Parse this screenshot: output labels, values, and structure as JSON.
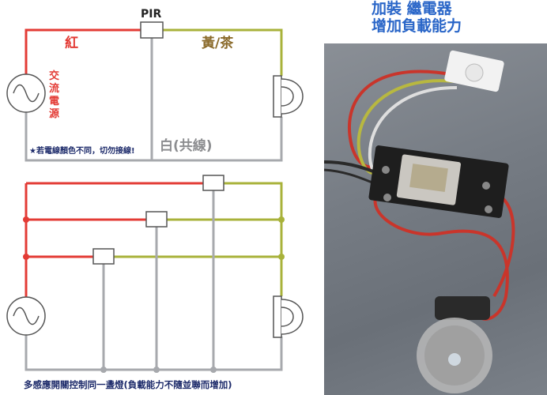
{
  "single_circuit": {
    "pir_label": "PIR",
    "red_wire_label": "紅",
    "yellow_wire_label": "黃/茶",
    "ac_source_label": [
      "交",
      "流",
      "電",
      "源"
    ],
    "white_wire_label": "白(共線)",
    "warning_note": "★若電線顏色不同，切勿接線!"
  },
  "multi_circuit": {
    "caption": "多感應開關控制同一盞燈(負載能力不隨並聯而增加)"
  },
  "photo": {
    "title_line1": "加裝  繼電器",
    "title_line2": "增加負載能力"
  },
  "colors": {
    "red_wire": "#e33b35",
    "yellow_wire": "#a8b23a",
    "gray_wire": "#a7a9ad",
    "label_red": "#e33b35",
    "label_brown": "#8a6a2a",
    "title_blue": "#2a66c8",
    "note_navy": "#1c2a6a"
  }
}
